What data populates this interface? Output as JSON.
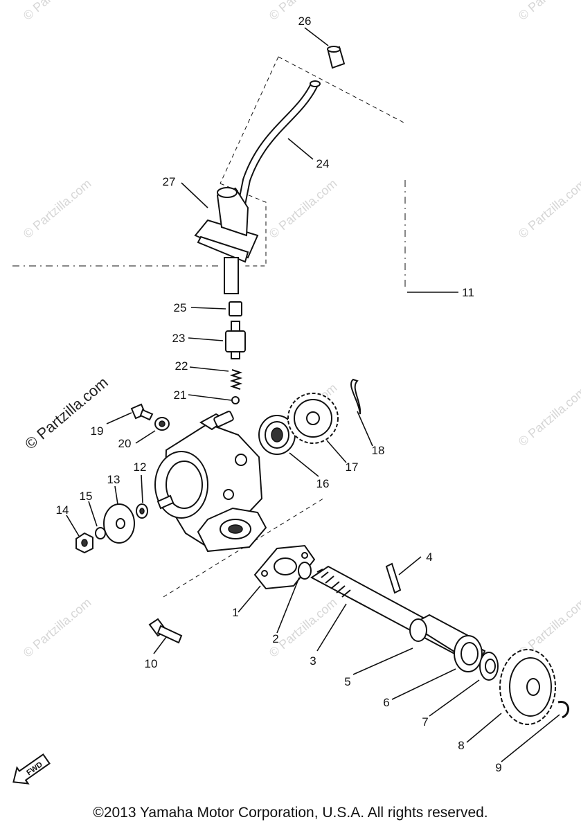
{
  "watermark": {
    "text": "© Partzilla.com",
    "prominent_text": "© Partzilla.com"
  },
  "callouts": [
    "1",
    "2",
    "3",
    "4",
    "5",
    "6",
    "7",
    "8",
    "9",
    "10",
    "11",
    "12",
    "13",
    "14",
    "15",
    "16",
    "17",
    "18",
    "19",
    "20",
    "21",
    "22",
    "23",
    "24",
    "25",
    "26",
    "27"
  ],
  "fwd_label": "FWD",
  "copyright": "©2013 Yamaha Motor Corporation, U.S.A. All rights reserved."
}
